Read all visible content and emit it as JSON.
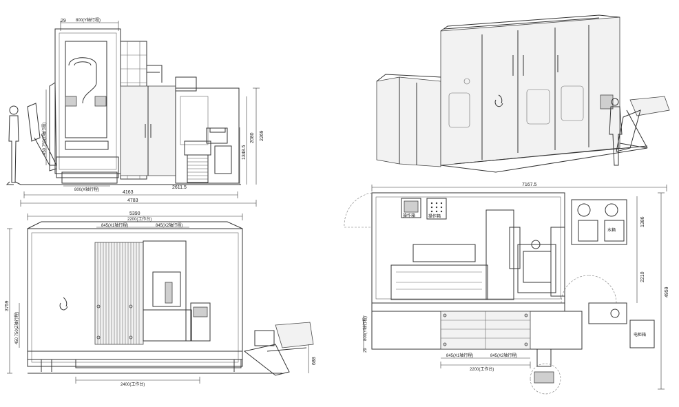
{
  "side_view": {
    "dims": {
      "d29": "29",
      "d800y": "800(Y轴行程)",
      "d450": "450",
      "d750z": "750(Z轴行程)",
      "d800x": "800(X轴行程)",
      "d2611": "2611.5",
      "d4163": "4163",
      "d4783": "4783",
      "d2269": "2269",
      "d2080": "2080",
      "d1348": "1348.5"
    }
  },
  "front_view": {
    "dims": {
      "d5390": "5390",
      "d2200": "2200(工作台)",
      "d845x1": "845(X1轴行程)",
      "d845x2": "845(X2轴行程)",
      "d3759": "3759",
      "d450": "450",
      "d750z": "750(Z轴行程)",
      "d2400": "2400(工作台)",
      "d688": "688"
    }
  },
  "top_view": {
    "dims": {
      "d7167": "7167.5",
      "d1386": "1386",
      "d2210": "2210",
      "d4959": "4959",
      "d29": "29",
      "d800y": "800(Y轴行程)",
      "d845x1": "845(X1轴行程)",
      "d845x2": "845(X2轴行程)",
      "d2200": "2200(工作台)"
    },
    "labels": {
      "panel1": "操作箱",
      "panel2": "操作箱",
      "tank": "水箱",
      "cabinet": "电柜箱"
    }
  }
}
